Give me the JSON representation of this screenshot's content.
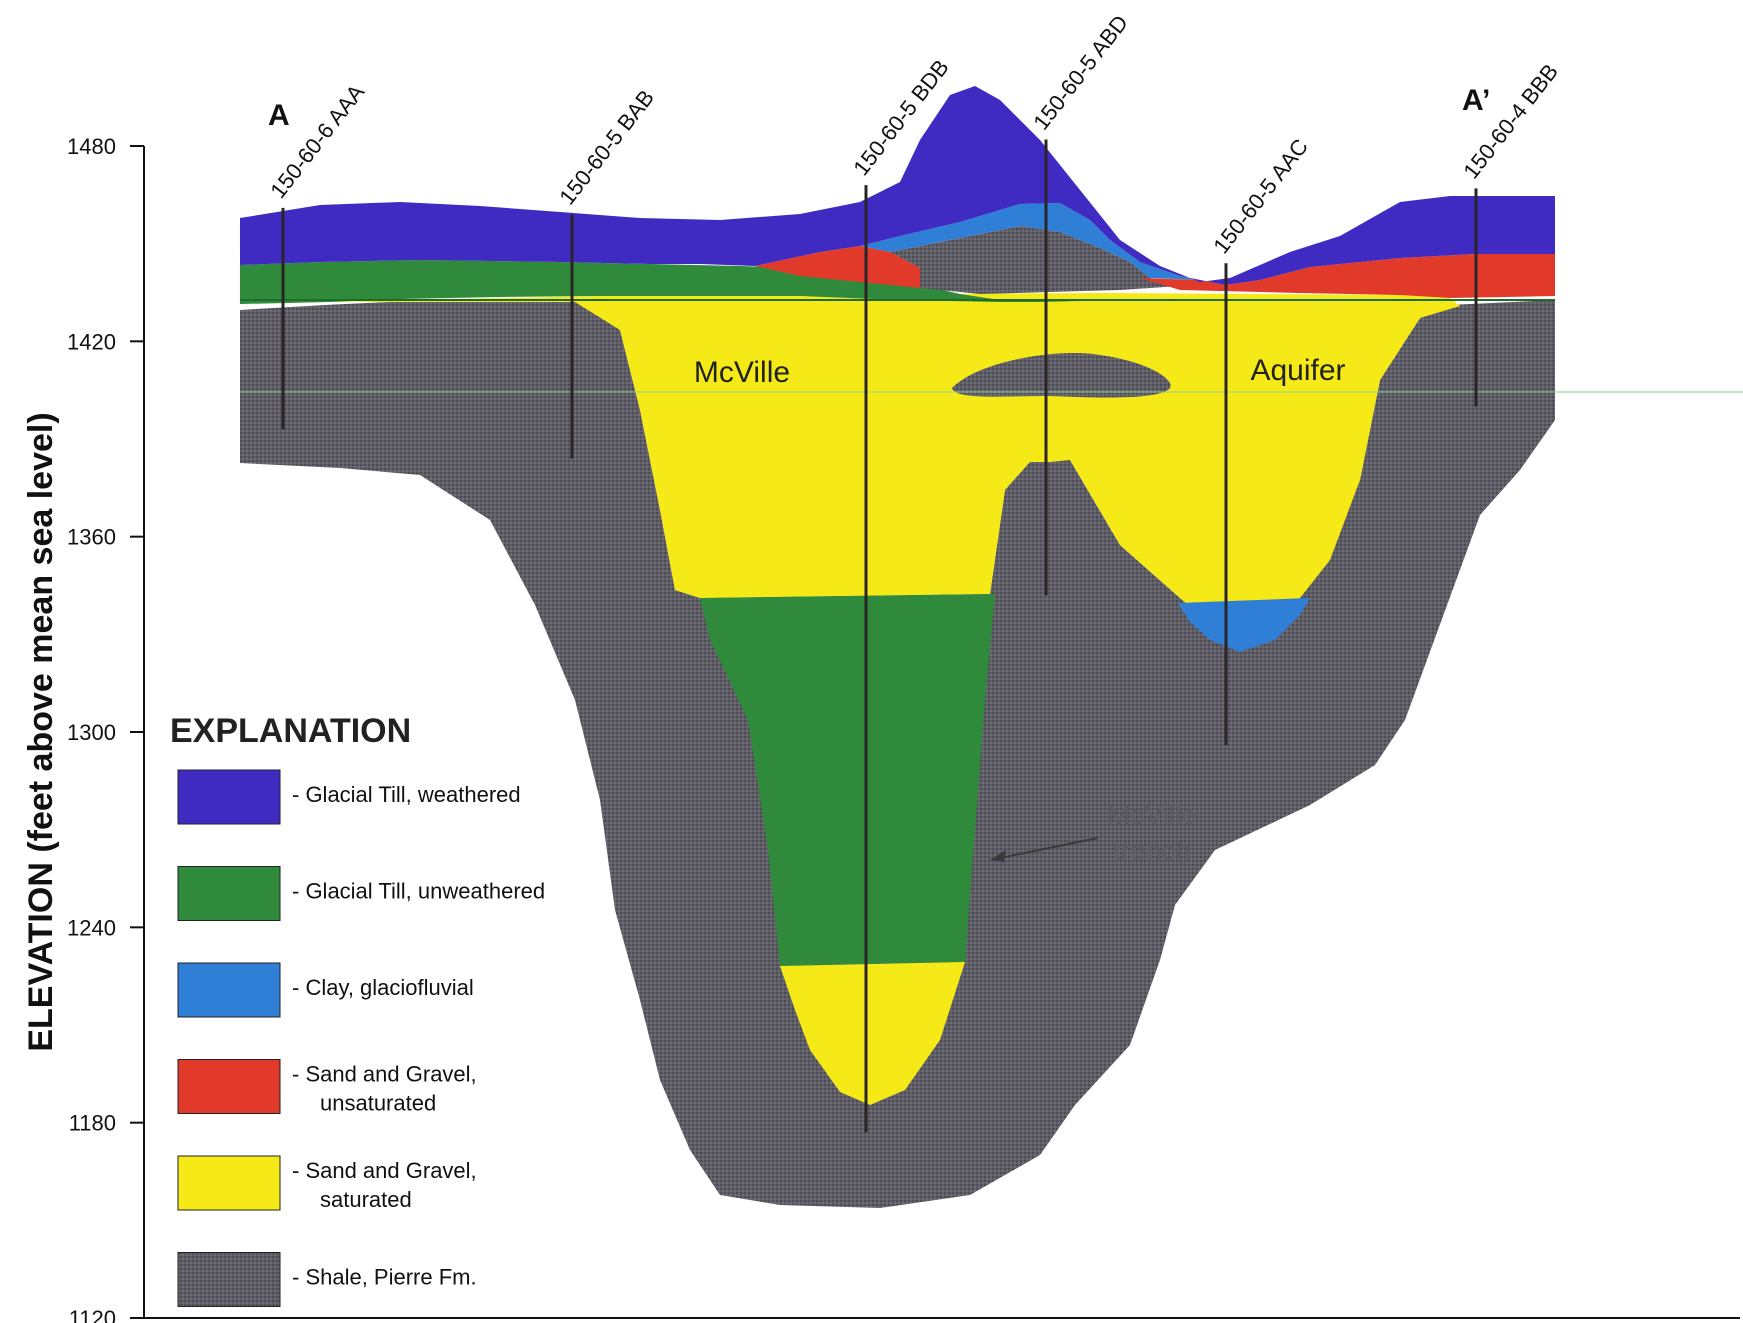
{
  "ylabel": "ELEVATION (feet above mean sea level)",
  "yticks": [
    "1480",
    "1420",
    "1360",
    "1300",
    "1240",
    "1180",
    "1120"
  ],
  "section_ends": {
    "left": "A",
    "right": "A’"
  },
  "wells": [
    {
      "name": "150-60-6 AAA",
      "top_ft": 1461,
      "bottom_ft": 1393
    },
    {
      "name": "150-60-5 BAB",
      "top_ft": 1459,
      "bottom_ft": 1384
    },
    {
      "name": "150-60-5 BDB",
      "top_ft": 1468,
      "bottom_ft": 1177
    },
    {
      "name": "150-60-5 ABD",
      "top_ft": 1482,
      "bottom_ft": 1342
    },
    {
      "name": "150-60-5 AAC",
      "top_ft": 1444,
      "bottom_ft": 1296
    },
    {
      "name": "150-60-4 BBB",
      "top_ft": 1467,
      "bottom_ft": 1400
    }
  ],
  "unit_labels": {
    "left": "McVille",
    "right": "Aquifer"
  },
  "annotation": {
    "line1": "McVille",
    "line2": "trench"
  },
  "legend": {
    "title": "EXPLANATION",
    "items": [
      {
        "line1": "- Glacial Till, weathered",
        "line2": "",
        "color": "#3f2bc2"
      },
      {
        "line1": "- Glacial Till, unweathered",
        "line2": "",
        "color": "#2f8a3c"
      },
      {
        "line1": "- Clay, glaciofluvial",
        "line2": "",
        "color": "#2f7fd6"
      },
      {
        "line1": "- Sand and Gravel,",
        "line2": "unsaturated",
        "color": "#e23a2a"
      },
      {
        "line1": "- Sand and Gravel,",
        "line2": "saturated",
        "color": "#f5ea17"
      },
      {
        "line1": "- Shale, Pierre Fm.",
        "line2": "",
        "color": "#5f5e66"
      }
    ]
  }
}
